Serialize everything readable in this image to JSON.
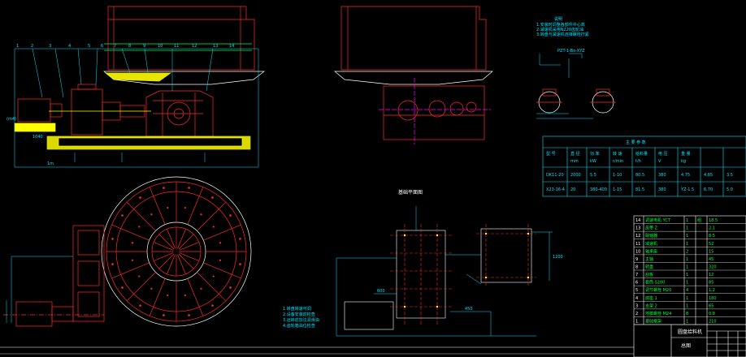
{
  "drawing": {
    "background": "#000000",
    "colors": {
      "outline": "#ff2a2a",
      "dimension": "#00e5ff",
      "green": "#00ff3c",
      "white": "#ffffff",
      "yellow": "#ffff00",
      "magenta": "#ff00ff"
    },
    "elevation_view": {
      "part_numbers": [
        "1",
        "2",
        "3",
        "4",
        "5",
        "6",
        "7",
        "8",
        "9",
        "10",
        "11",
        "12",
        "13",
        "14"
      ],
      "labels": [
        "(m4)",
        "1m",
        "1040"
      ]
    },
    "side_view": {},
    "foundation_plan": {
      "title": "基础平面图",
      "dims": [
        "600",
        "450",
        "1200"
      ]
    },
    "notes_top_right": {
      "heading": "说明",
      "lines": [
        "1.安装时调整各部件中心高",
        "2.减速机采用N220齿轮油",
        "3.转盘与减速机连接螺栓拧紧"
      ],
      "model_label": "PZT-1-Bo-XYZ"
    },
    "spec_table": {
      "title": "主 要 参 数",
      "headers": [
        "型 号",
        "直 径",
        "功 率",
        "转 速",
        "给料量",
        "电 压",
        "重 量"
      ],
      "units": [
        "",
        "mm",
        "kW",
        "r/min",
        "t/h",
        "V",
        "kg"
      ],
      "rows": [
        [
          "DK11-20",
          "2000",
          "5.5",
          "1-10",
          "80.5",
          "380",
          "4.75",
          "4.85",
          "3.5"
        ],
        [
          "X23-16-4",
          "20",
          "380-400",
          "1-15",
          "81.5",
          "380",
          "YZ-1.5",
          "6.70",
          "5.0"
        ]
      ]
    },
    "tech_notes": [
      "1.转盘转速可调",
      "2.设备安装前检查",
      "3.运转前加注润滑油",
      "4.齿轮箱油位检查"
    ],
    "parts_list": {
      "rows": [
        [
          "14",
          "调速电机 YCT",
          "1",
          "组",
          "18.5"
        ],
        [
          "13",
          "皮带 Z",
          "1",
          "",
          "2.1"
        ],
        [
          "12",
          "联轴器",
          "1",
          "",
          "8.5"
        ],
        [
          "11",
          "减速机",
          "1",
          "",
          "52"
        ],
        [
          "10",
          "轴承座",
          "2",
          "",
          "15"
        ],
        [
          "9",
          "主轴",
          "1",
          "",
          "45"
        ],
        [
          "8",
          "转盘",
          "1",
          "",
          "320"
        ],
        [
          "7",
          "刮板",
          "1",
          "",
          "12"
        ],
        [
          "6",
          "套筒 S200",
          "1",
          "",
          "85"
        ],
        [
          "5",
          "调节螺栓 M20",
          "4",
          "",
          "1.2"
        ],
        [
          "4",
          "底座 1",
          "1",
          "",
          "180"
        ],
        [
          "3",
          "支架 2",
          "1",
          "",
          "65"
        ],
        [
          "2",
          "地脚螺栓 M24",
          "8",
          "",
          "0.8"
        ],
        [
          "1",
          "基础框架",
          "1",
          "",
          "210"
        ]
      ],
      "title_block": {
        "name": "圆盘给料机",
        "sheet": "总图"
      }
    }
  }
}
